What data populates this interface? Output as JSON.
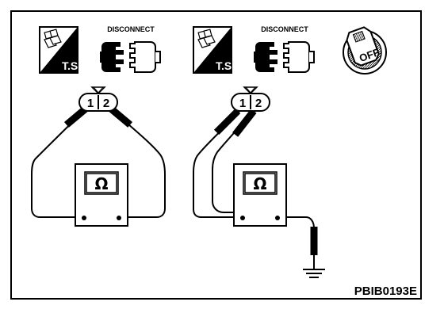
{
  "icons": {
    "ts_label": "T.S.",
    "disconnect_label": "DISCONNECT",
    "ignition_label": "OFF"
  },
  "connector": {
    "pin_1": "1",
    "pin_2": "2"
  },
  "meter": {
    "symbol": "Ω"
  },
  "figure_code": "PBIB0193E"
}
